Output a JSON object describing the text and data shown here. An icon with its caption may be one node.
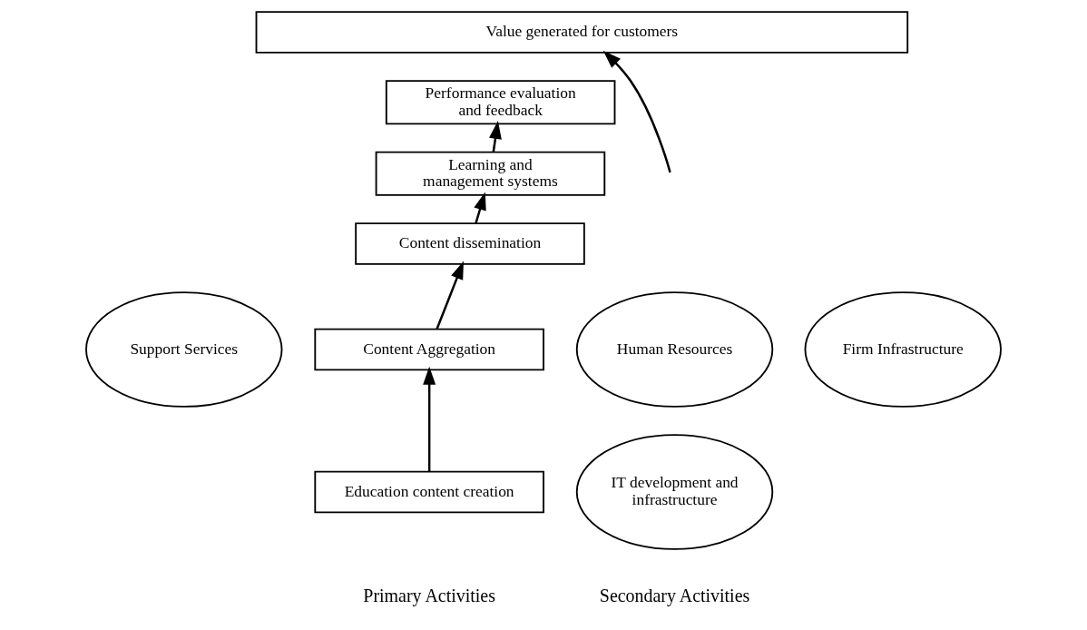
{
  "diagram": {
    "nodes": [
      {
        "text": [
          "Value generated for customers"
        ]
      },
      {
        "text": [
          "Performance evaluation and feedback"
        ]
      },
      {
        "text": [
          "Learning and management systems"
        ]
      },
      {
        "text": [
          "Content dissemination"
        ]
      },
      {
        "text": [
          "Content Aggregation"
        ]
      },
      {
        "text": [
          "Education content creation"
        ]
      },
      {
        "text": [
          "Human Resources"
        ]
      },
      {
        "text": [
          "Support Services"
        ]
      },
      {
        "text": [
          "Firm Infrastructure"
        ]
      },
      {
        "text": [
          "IT development and infrastructure"
        ]
      }
    ],
    "edges": [
      {
        "from": null,
        "to": 0,
        "arrow": "to"
      },
      {
        "from": 5,
        "to": 4,
        "arrow": "to"
      },
      {
        "from": 4,
        "to": 3,
        "arrow": "to"
      },
      {
        "from": 3,
        "to": 2,
        "arrow": "to"
      },
      {
        "from": 2,
        "to": 1,
        "arrow": "to"
      }
    ],
    "labels": [
      "Secondary Activities",
      "Primary Activities"
    ]
  }
}
